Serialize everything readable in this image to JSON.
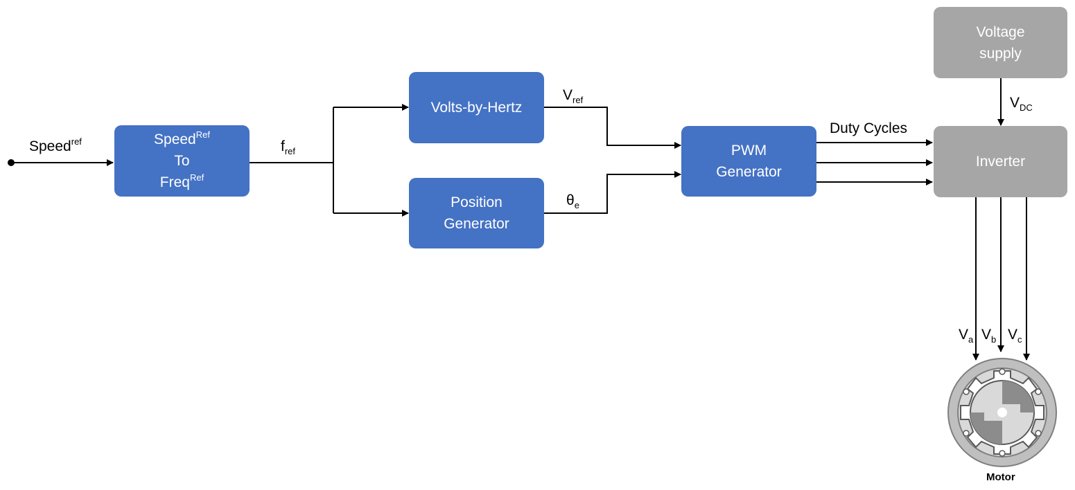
{
  "blocks": {
    "speed_to_freq": {
      "line1_base": "Speed",
      "line1_sup": "Ref",
      "line2": "To",
      "line3_base": "Freq",
      "line3_sup": "Ref"
    },
    "volts_by_hertz": {
      "label": "Volts-by-Hertz"
    },
    "position_generator": {
      "line1": "Position",
      "line2": "Generator"
    },
    "pwm_generator": {
      "line1": "PWM",
      "line2": "Generator"
    },
    "voltage_supply": {
      "line1": "Voltage",
      "line2": "supply"
    },
    "inverter": {
      "label": "Inverter"
    }
  },
  "signals": {
    "speed_ref": {
      "base": "Speed",
      "sup": "ref"
    },
    "f_ref": {
      "base": "f",
      "sub": "ref"
    },
    "v_ref": {
      "base": "V",
      "sub": "ref"
    },
    "theta_e": {
      "base": "θ",
      "sub": "e"
    },
    "duty_cycles": "Duty Cycles",
    "v_dc": {
      "base": "V",
      "sub": "DC"
    },
    "v_a": {
      "base": "V",
      "sub": "a"
    },
    "v_b": {
      "base": "V",
      "sub": "b"
    },
    "v_c": {
      "base": "V",
      "sub": "c"
    }
  },
  "motor": {
    "label": "Motor"
  },
  "colors": {
    "block_blue": "#4472c4",
    "block_gray": "#a6a6a6",
    "motor_gray": "#bfbfbf"
  }
}
